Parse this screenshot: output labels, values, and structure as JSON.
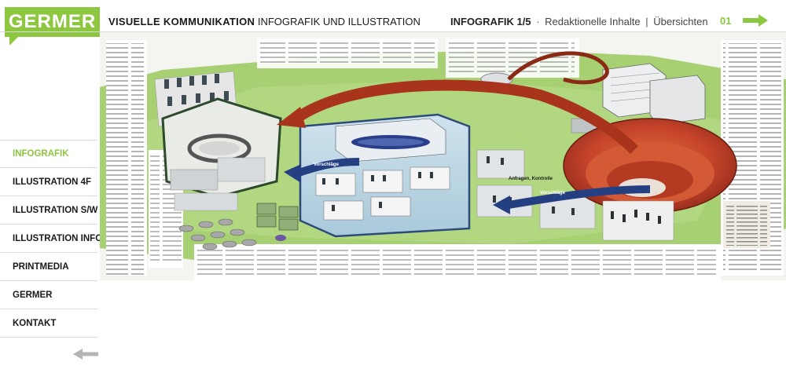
{
  "logo": {
    "text": "GERMER"
  },
  "header": {
    "title_bold": "VISUELLE KOMMUNIKATION",
    "title_light": "INFOGRAFIK UND ILLUSTRATION",
    "section_bold": "INFOGRAFIK 1/5",
    "dot": "·",
    "crumb_1": "Redaktionelle Inhalte",
    "crumb_sep": "|",
    "crumb_2": "Übersichten",
    "page_number": "01"
  },
  "nav": {
    "items": [
      {
        "label": "INFOGRAFIK",
        "active": true
      },
      {
        "label": "ILLUSTRATION 4F",
        "active": false
      },
      {
        "label": "ILLUSTRATION S/W",
        "active": false
      },
      {
        "label": "ILLUSTRATION INFO",
        "active": false
      },
      {
        "label": "PRINTMEDIA",
        "active": false
      },
      {
        "label": "GERMER",
        "active": false
      },
      {
        "label": "KONTAKT",
        "active": false
      }
    ]
  },
  "infographic": {
    "labels": {
      "vorschlaege": "Vorschläge",
      "anfragen_kontrolle": "Anfragen, Kontrolle",
      "vorschlaege_2": "Vorschläge"
    }
  },
  "colors": {
    "accent_green": "#8dc63f",
    "nav_arrow_grey": "#b5b5b5",
    "ground_green": "#9dc96a",
    "arrow_red": "#a8341c",
    "arrow_blue": "#243f82",
    "parliament_red": "#c8472a"
  }
}
